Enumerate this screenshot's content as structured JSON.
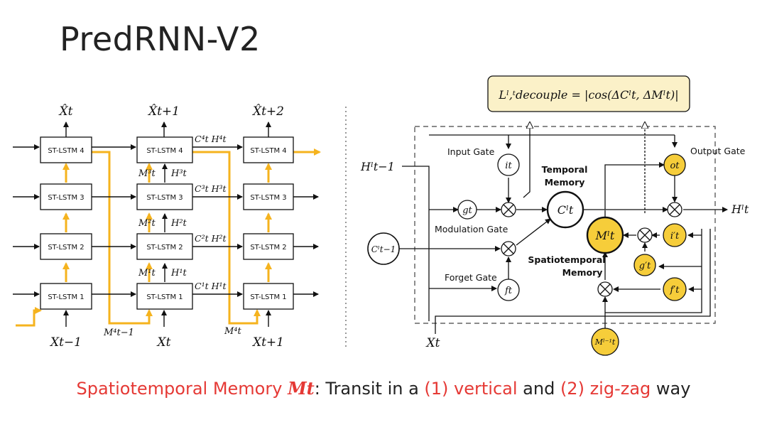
{
  "title": "PredRNN-V2",
  "left": {
    "box_labels": [
      "ST-LSTM 4",
      "ST-LSTM 3",
      "ST-LSTM 2",
      "ST-LSTM 1"
    ],
    "outputs": [
      "X̂t",
      "X̂t+1",
      "X̂t+2"
    ],
    "inputs": [
      "Xt−1",
      "Xt",
      "Xt+1"
    ],
    "memory_labels": {
      "m_prev": "M⁴t−1",
      "m_cur": "M⁴t",
      "m3": "M³t",
      "h3": "H³t",
      "m2": "M²t",
      "h2": "H²t",
      "m1": "M¹t",
      "h1": "H¹t",
      "ch4": "C⁴t H⁴t",
      "ch3": "C³t H³t",
      "ch2": "C²t H²t",
      "ch1": "C¹t H¹t"
    }
  },
  "right": {
    "loss_formula": "Lˡ,ᵗdecouple = |cos(ΔCˡt, ΔMˡt)|",
    "gate_labels": {
      "input": "Input Gate",
      "output": "Output Gate",
      "modulation": "Modulation Gate",
      "forget": "Forget Gate",
      "temporal_1": "Temporal",
      "temporal_2": "Memory",
      "spatio_1": "Spatiotemporal",
      "spatio_2": "Memory"
    },
    "nodes": {
      "i": "it",
      "g": "gt",
      "f": "ft",
      "c": "Cˡt",
      "o": "ot",
      "ip": "i′t",
      "gp": "g′t",
      "fp": "f′t",
      "m": "Mˡt",
      "m_prev": "Mˡ⁻¹t"
    },
    "inputs": {
      "h_prev": "Hˡt−1",
      "c_prev": "Cˡt−1",
      "x": "Xt"
    },
    "output": "Hˡt"
  },
  "caption": {
    "prefix": "Spatiotemporal Memory ",
    "var": "Mt",
    "mid": ": Transit in a ",
    "v1": "(1) vertical",
    "and": " and ",
    "v2": "(2) zig-zag",
    "suffix": " way"
  },
  "colors": {
    "accent": "#f5b31e",
    "node_fill": "#f6cd3a",
    "loss_fill": "#fbf1c8",
    "caption_red": "#e53935"
  }
}
